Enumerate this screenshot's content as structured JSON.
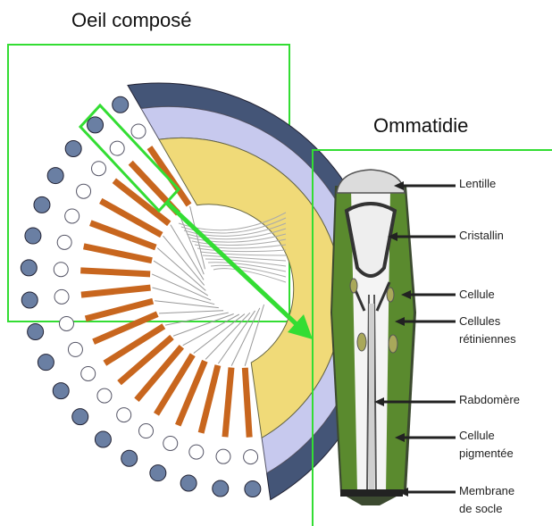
{
  "titles": {
    "compound_eye": "Oeil composé",
    "ommatidium": "Ommatidie"
  },
  "labels": {
    "lens": "Lentille",
    "crystalline": "Cristallin",
    "cell": "Cellule",
    "retinal_cells_1": "Cellules",
    "retinal_cells_2": "rétiniennes",
    "rhabdomere": "Rabdomère",
    "pigment_cell_1": "Cellule",
    "pigment_cell_2": "pigmentée",
    "basal_membrane_1": "Membrane",
    "basal_membrane_2": "de socle"
  },
  "colors": {
    "frame_green": "#33dd33",
    "pigment_green": "#5a8a2e",
    "rod_orange": "#c8661e",
    "rod_yellow": "#f0da78",
    "lens_blue": "#c7c9ee",
    "cornea_dark": "#445577"
  }
}
